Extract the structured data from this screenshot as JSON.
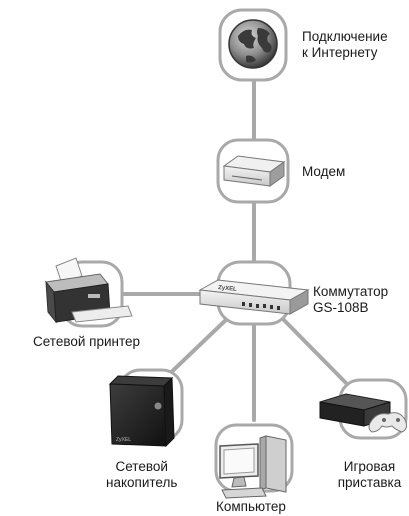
{
  "nodes": {
    "internet": {
      "label_line1": "Подключение",
      "label_line2": "к Интернету",
      "icon": "globe-icon"
    },
    "modem": {
      "label": "Модем",
      "icon": "modem-icon"
    },
    "switch": {
      "label_line1": "Коммутатор",
      "label_line2": "GS-108B",
      "brand": "ZyXEL",
      "icon": "network-switch-icon"
    },
    "printer": {
      "label": "Сетевой принтер",
      "icon": "printer-icon"
    },
    "nas": {
      "label_line1": "Сетевой",
      "label_line2": "накопитель",
      "brand": "ZyXEL",
      "icon": "nas-icon"
    },
    "computer": {
      "label": "Компьютер",
      "icon": "computer-icon"
    },
    "console": {
      "label_line1": "Игровая",
      "label_line2": "приставка",
      "icon": "game-console-icon"
    }
  },
  "colors": {
    "connector": "#a9a9a9",
    "device_dark": "#2b2b2b",
    "device_light": "#e6e6e6",
    "text": "#1a1a1a"
  }
}
